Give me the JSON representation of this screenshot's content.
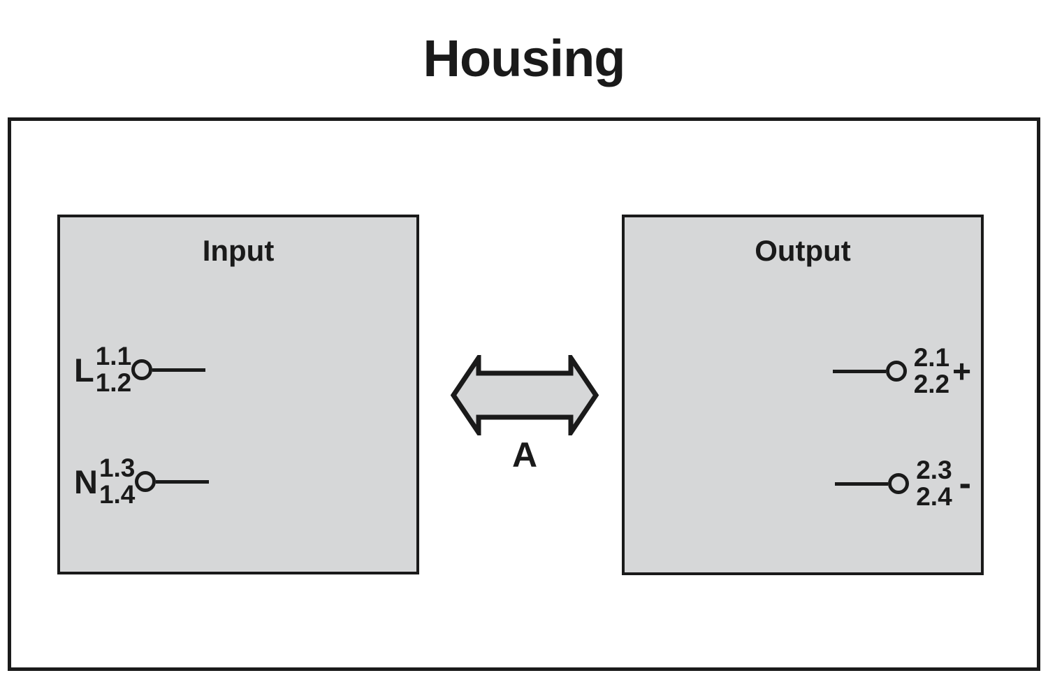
{
  "diagram": {
    "title": "Housing",
    "colors": {
      "stroke": "#1a1a1a",
      "module_fill": "#d6d7d8",
      "background": "#ffffff"
    }
  },
  "modules": {
    "input": {
      "title": "Input",
      "terminals": [
        {
          "label": "L",
          "pins": [
            "1.1",
            "1.2"
          ]
        },
        {
          "label": "N",
          "pins": [
            "1.3",
            "1.4"
          ]
        }
      ]
    },
    "output": {
      "title": "Output",
      "terminals": [
        {
          "pins": [
            "2.1",
            "2.2"
          ],
          "polarity": "+"
        },
        {
          "pins": [
            "2.3",
            "2.4"
          ],
          "polarity": "-"
        }
      ]
    }
  },
  "arrow": {
    "label": "A",
    "direction": "bidirectional"
  }
}
